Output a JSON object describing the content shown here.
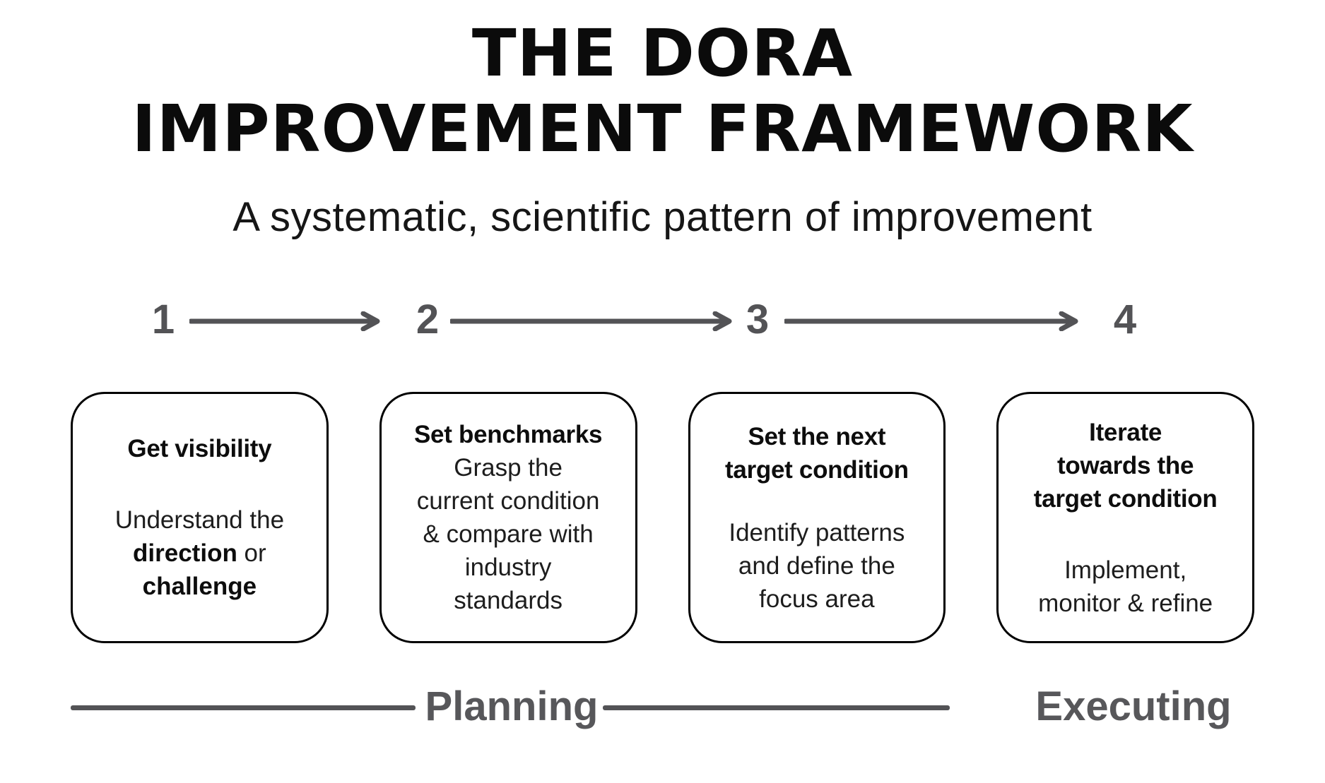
{
  "title": {
    "line1": "THE DORA",
    "line2": "IMPROVEMENT FRAMEWORK"
  },
  "subtitle": "A systematic, scientific pattern of improvement",
  "steps": {
    "numbers": [
      "1",
      "2",
      "3",
      "4"
    ]
  },
  "boxes": [
    {
      "heading_lines": [
        "Get visibility"
      ],
      "body_lines": [
        [
          {
            "text": "Understand the",
            "bold": false
          }
        ],
        [
          {
            "text": "direction",
            "bold": true
          },
          {
            "text": " or",
            "bold": false
          }
        ],
        [
          {
            "text": "challenge",
            "bold": true
          }
        ]
      ]
    },
    {
      "heading_lines": [
        "Set benchmarks"
      ],
      "body_lines": [
        [
          {
            "text": "Grasp the",
            "bold": false
          }
        ],
        [
          {
            "text": "current condition",
            "bold": false
          }
        ],
        [
          {
            "text": "& compare with",
            "bold": false
          }
        ],
        [
          {
            "text": "industry",
            "bold": false
          }
        ],
        [
          {
            "text": "standards",
            "bold": false
          }
        ]
      ]
    },
    {
      "heading_lines": [
        "Set the next",
        "target condition"
      ],
      "body_lines": [
        [
          {
            "text": "Identify patterns",
            "bold": false
          }
        ],
        [
          {
            "text": "and define the",
            "bold": false
          }
        ],
        [
          {
            "text": "focus area",
            "bold": false
          }
        ]
      ]
    },
    {
      "heading_lines": [
        "Iterate",
        "towards the",
        "target condition"
      ],
      "body_lines": [
        [
          {
            "text": "Implement,",
            "bold": false
          }
        ],
        [
          {
            "text": "monitor & refine",
            "bold": false
          }
        ]
      ]
    }
  ],
  "footer": {
    "planning_label": "Planning",
    "executing_label": "Executing"
  },
  "colors": {
    "gray": "#535356",
    "ink": "#0b0b0b",
    "box_border": "#000000",
    "background": "#ffffff"
  }
}
